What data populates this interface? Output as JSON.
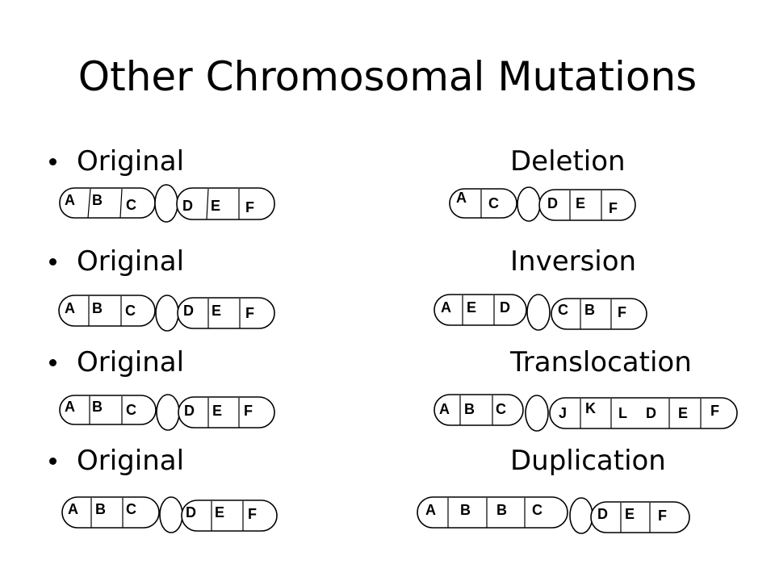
{
  "slide": {
    "title": "Other Chromosomal Mutations",
    "rows": [
      {
        "left_label": "Original",
        "right_label": "Deletion",
        "left_bands": {
          "top": [
            "A",
            "B",
            "C"
          ],
          "bottom": [
            "D",
            "E",
            "F"
          ]
        },
        "right_bands": {
          "top": [
            "A",
            "C"
          ],
          "bottom": [
            "D",
            "E",
            "F"
          ]
        }
      },
      {
        "left_label": "Original",
        "right_label": "Inversion",
        "left_bands": {
          "top": [
            "A",
            "B",
            "C"
          ],
          "bottom": [
            "D",
            "E",
            "F"
          ]
        },
        "right_bands": {
          "top": [
            "A",
            "E",
            "D"
          ],
          "bottom": [
            "C",
            "B",
            "F"
          ]
        }
      },
      {
        "left_label": "Original",
        "right_label": "Translocation",
        "left_bands": {
          "top": [
            "A",
            "B",
            "C"
          ],
          "bottom": [
            "D",
            "E",
            "F"
          ]
        },
        "right_bands": {
          "top": [
            "A",
            "B",
            "C"
          ],
          "bottom": [
            "J",
            "K",
            "L",
            "D",
            "E",
            "F"
          ]
        }
      },
      {
        "left_label": "Original",
        "right_label": "Duplication",
        "left_bands": {
          "top": [
            "A",
            "B",
            "C"
          ],
          "bottom": [
            "D",
            "E",
            "F"
          ]
        },
        "right_bands": {
          "top": [
            "A",
            "B",
            "B",
            "C"
          ],
          "bottom": [
            "D",
            "E",
            "F"
          ]
        }
      }
    ]
  }
}
